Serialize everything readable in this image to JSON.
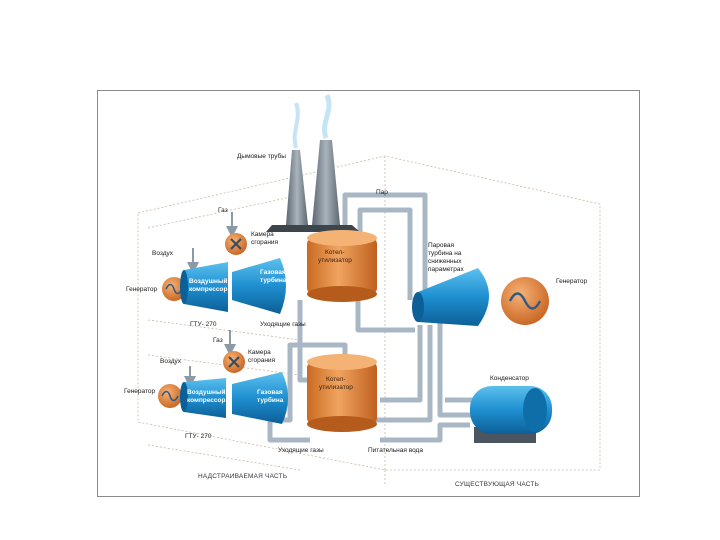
{
  "labels": {
    "chimneys": "Дымовые трубы",
    "steam": "Пар",
    "gas_top": "Газ",
    "gas_bottom": "Газ",
    "combustion_top": [
      "Камера",
      "сгорания"
    ],
    "combustion_bottom": [
      "Камера",
      "сгорания"
    ],
    "air_top": "Воздух",
    "air_bottom": "Воздух",
    "generator_left_top": "Генератор",
    "generator_left_bottom": "Генератор",
    "compressor_top": [
      "Воздушный",
      "компрессор"
    ],
    "compressor_bottom": [
      "Воздушный",
      "компрессор"
    ],
    "gas_turbine_top": [
      "Газовая",
      "турбина"
    ],
    "gas_turbine_bottom": [
      "Газовая",
      "турбина"
    ],
    "boiler_top": [
      "Котел-",
      "утилизатор"
    ],
    "boiler_bottom": [
      "Котел-",
      "утилизатор"
    ],
    "steam_turbine": [
      "Паровая",
      "турбина на",
      "сниженных",
      "параметрах"
    ],
    "generator_right": "Генератор",
    "condenser": "Конденсатор",
    "gtu_top": "ГТУ- 270",
    "gtu_bottom": "ГТУ- 270",
    "exhaust_top": "Уходящие газы",
    "exhaust_bottom": "Уходящие газы",
    "feed_water": "Питательная вода",
    "section_new": "НАДСТРАИВАЕМАЯ ЧАСТЬ",
    "section_existing": "СУЩЕСТВУЮЩАЯ ЧАСТЬ"
  },
  "colors": {
    "orange": "#e08a3c",
    "blue": "#1e8fd0",
    "pipe": "#a9b7c4",
    "chimney": "#7c8792",
    "arrow": "#8c9aa6"
  },
  "icons": {
    "generator": "sine-wave-icon",
    "combustion": "cross-icon"
  }
}
